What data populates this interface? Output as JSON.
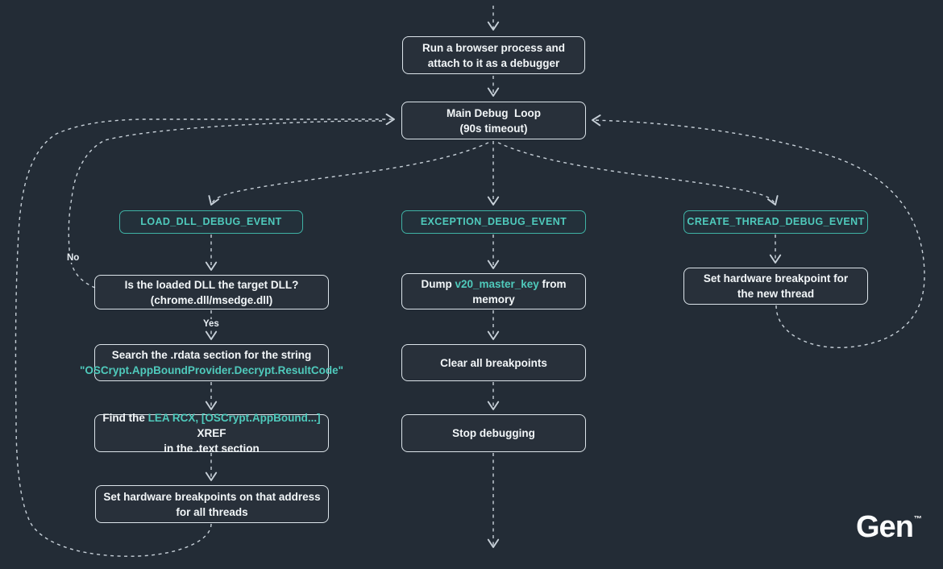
{
  "colors": {
    "background": "#232C36",
    "node_border": "#DCE4EA",
    "node_text": "#F2F6F8",
    "accent_teal": "#4FCABC",
    "event_border": "#3FB2A5",
    "edge": "#C7D0D8"
  },
  "diagram": {
    "nodes": {
      "run_browser": {
        "lines": [
          [
            {
              "t": "Run a browser process and"
            }
          ],
          [
            {
              "t": "attach to it as a debugger"
            }
          ]
        ]
      },
      "main_loop": {
        "lines": [
          [
            {
              "t": "Main Debug  Loop"
            }
          ],
          [
            {
              "t": "(90s timeout)"
            }
          ]
        ]
      },
      "load_dll_event": {
        "label": "LOAD_DLL_DEBUG_EVENT"
      },
      "exception_event": {
        "label": "EXCEPTION_DEBUG_EVENT"
      },
      "create_thread_event": {
        "label": "CREATE_THREAD_DEBUG_EVENT"
      },
      "target_dll_check": {
        "lines": [
          [
            {
              "t": "Is the loaded DLL the target DLL?"
            }
          ],
          [
            {
              "t": "(chrome.dll/msedge.dll)"
            }
          ]
        ]
      },
      "dump_master_key": {
        "lines": [
          [
            {
              "t": "Dump "
            },
            {
              "t": "v20_master_key",
              "teal": true
            },
            {
              "t": " from"
            }
          ],
          [
            {
              "t": "memory"
            }
          ]
        ]
      },
      "set_hw_new_thread": {
        "lines": [
          [
            {
              "t": "Set hardware breakpoint for"
            }
          ],
          [
            {
              "t": "the new thread"
            }
          ]
        ]
      },
      "search_rdata": {
        "lines": [
          [
            {
              "t": "Search the .rdata section for the string"
            }
          ],
          [
            {
              "t": "\"OSCrypt.AppBoundProvider.Decrypt.ResultCode\"",
              "teal": true
            }
          ]
        ]
      },
      "clear_breakpoints": {
        "lines": [
          [
            {
              "t": "Clear all breakpoints"
            }
          ]
        ]
      },
      "find_xref": {
        "lines": [
          [
            {
              "t": "Find the "
            },
            {
              "t": "LEA RCX, [OSCrypt.AppBound...]",
              "teal": true
            },
            {
              "t": " XREF"
            }
          ],
          [
            {
              "t": "in the .text section"
            }
          ]
        ]
      },
      "stop_debugging": {
        "lines": [
          [
            {
              "t": "Stop debugging"
            }
          ]
        ]
      },
      "set_hw_all_threads": {
        "lines": [
          [
            {
              "t": "Set hardware breakpoints on that address"
            }
          ],
          [
            {
              "t": "for all threads"
            }
          ]
        ]
      }
    },
    "edge_labels": {
      "yes": "Yes",
      "no": "No"
    }
  },
  "branding": {
    "logo_text": "Gen",
    "trademark": "™"
  }
}
